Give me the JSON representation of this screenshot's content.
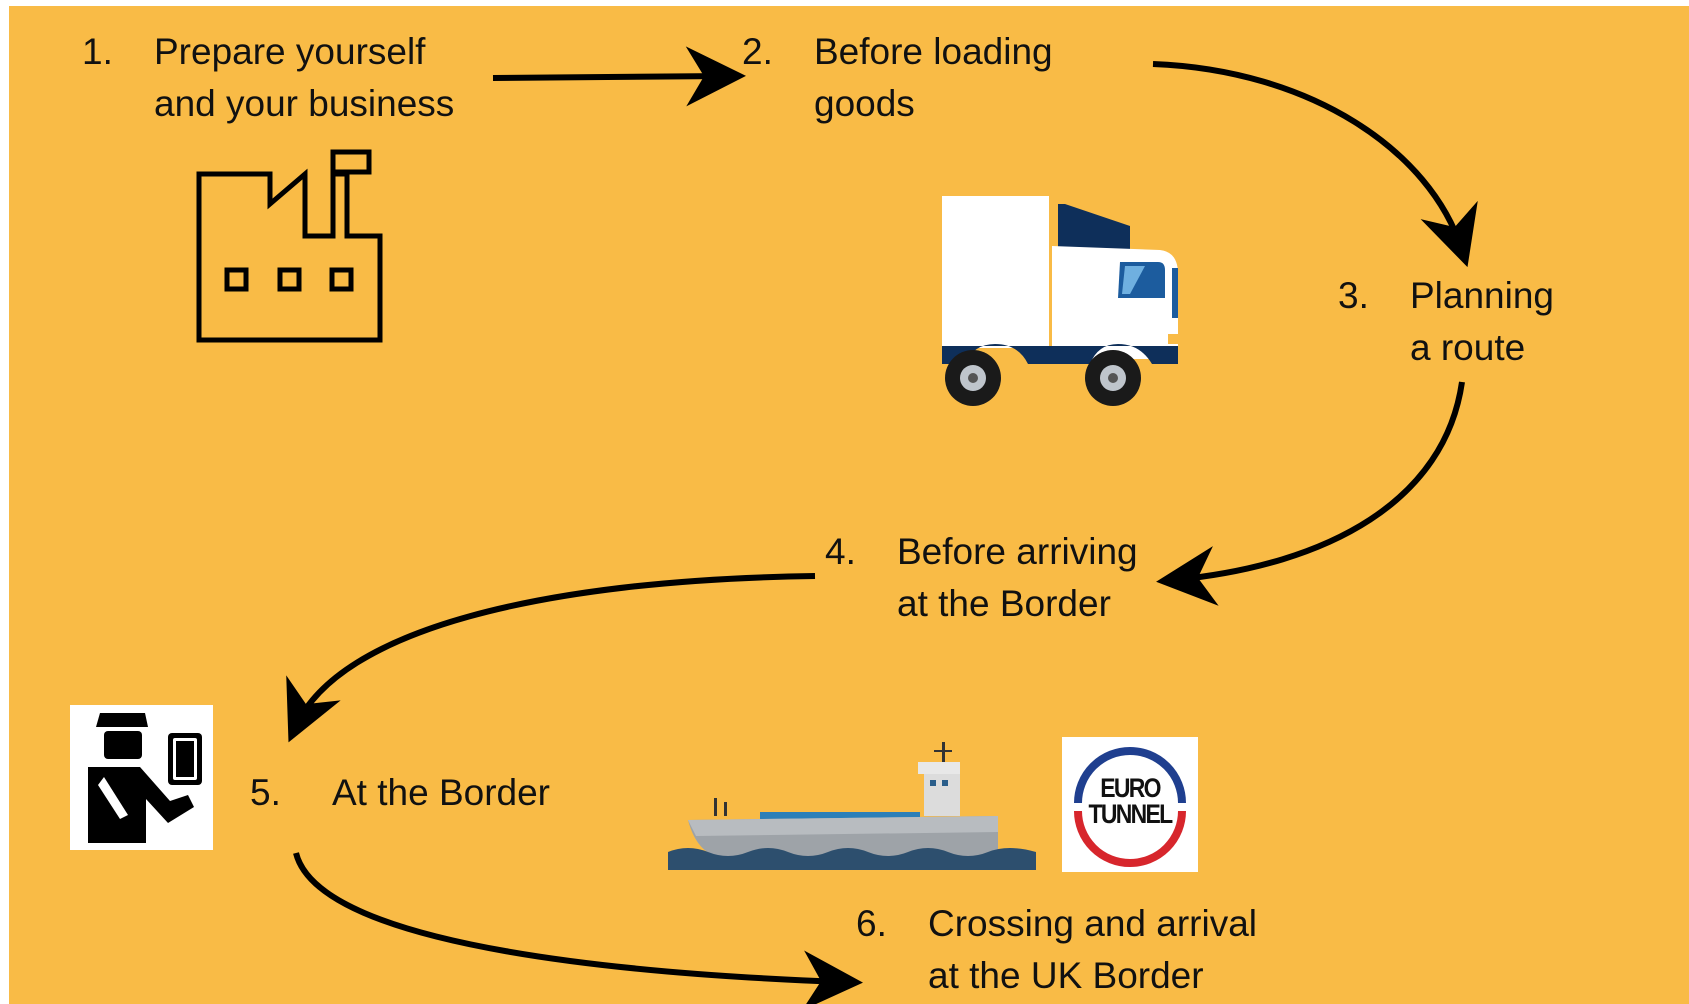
{
  "steps": [
    {
      "num": "1.",
      "line1": "Prepare yourself",
      "line2": "and your business"
    },
    {
      "num": "2.",
      "line1": "Before loading",
      "line2": "goods"
    },
    {
      "num": "3.",
      "line1": "Planning",
      "line2": "a route"
    },
    {
      "num": "4.",
      "line1": "Before arriving",
      "line2": "at the Border"
    },
    {
      "num": "5.",
      "line1": "At the Border"
    },
    {
      "num": "6.",
      "line1": "Crossing and arrival",
      "line2": "at the UK Border"
    }
  ],
  "eurotunnel": {
    "line1": "EURO",
    "line2": "TUNNEL"
  },
  "colors": {
    "background": "#F9BB46",
    "truck_navy": "#0E2F5A",
    "eurotunnel_red": "#D7262C",
    "eurotunnel_blue": "#1F3F8F"
  },
  "icons": [
    "factory-icon",
    "truck-icon",
    "border-officer-icon",
    "ship-icon",
    "eurotunnel-logo"
  ]
}
